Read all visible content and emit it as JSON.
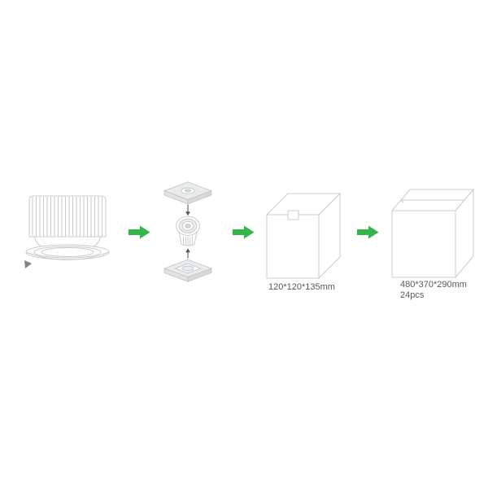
{
  "diagram": {
    "colors": {
      "background": "#ffffff",
      "line_art": "#c8cbcd",
      "fill_light": "#e9ebec",
      "fill_shade": "#d6d9da",
      "accent_green": "#33b54a",
      "label_text": "#58595b"
    },
    "icons": {
      "flow_arrow": "arrow-right-icon",
      "pack_insert_down": "arrow-down-icon",
      "pack_insert_up": "arrow-up-icon",
      "corner_mark": "triangle-mark-icon"
    },
    "labels": {
      "inner_box_dimensions": "120*120*135mm",
      "carton_dimensions": "480*370*290mm",
      "carton_quantity": "24pcs"
    }
  }
}
